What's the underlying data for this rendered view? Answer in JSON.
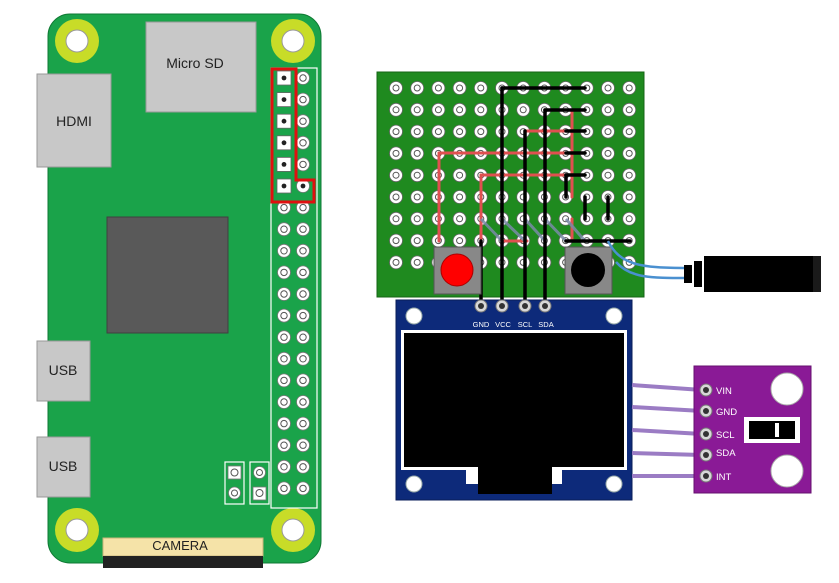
{
  "pi_board": {
    "microsd_label": "Micro SD",
    "hdmi_label": "HDMI",
    "usb1_label": "USB",
    "usb2_label": "USB",
    "camera_label": "CAMERA",
    "colors": {
      "board": "#1aa34a",
      "port": "#c8c8c8",
      "chip": "#595959",
      "mount_hole": "#c8dc28",
      "header_highlight": "#e01010",
      "camera_connector": "#f5e3a8"
    }
  },
  "oled_display": {
    "pin_labels": [
      "GND",
      "VCC",
      "SCL",
      "SDA"
    ],
    "colors": {
      "board": "#0d2a7a",
      "screen": "#000000"
    }
  },
  "sensor_module": {
    "pin_labels": [
      "VIN",
      "GND",
      "SCL",
      "SDA",
      "INT"
    ],
    "colors": {
      "board": "#8a1a96",
      "wire": "#9b7cc4"
    }
  },
  "perfboard": {
    "colors": {
      "board": "#1f8a1f",
      "button_red": "#ff0000",
      "button_black": "#000000",
      "wire_red": "#e05050",
      "wire_black": "#000000",
      "wire_blue": "#4a90d0"
    }
  },
  "audio_jack": {
    "colors": {
      "body": "#000000"
    }
  }
}
